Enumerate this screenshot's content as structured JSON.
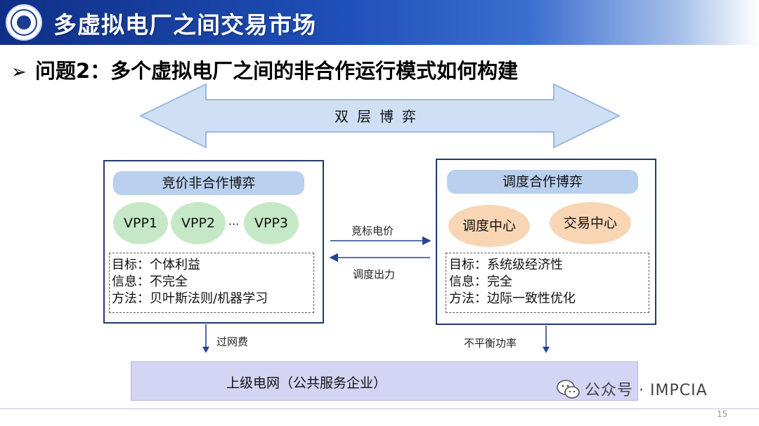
{
  "header": {
    "title": "多虚拟电厂之间交易市场",
    "question_bullet": "➢",
    "question": "问题2：多个虚拟电厂之间的非合作运行模式如何构建"
  },
  "diagram": {
    "top_arrow_label": "双层博弈",
    "left_panel": {
      "title": "竞价非合作博弈",
      "nodes": [
        "VPP1",
        "VPP2",
        "VPP3"
      ],
      "ellipsis": "···",
      "info": [
        "目标：个体利益",
        "信息：不完全",
        "方法：贝叶斯法则/机器学习"
      ]
    },
    "right_panel": {
      "title": "调度合作博弈",
      "nodes": [
        "调度中心",
        "交易中心"
      ],
      "info": [
        "目标：系统级经济性",
        "信息：完全",
        "方法：边际一致性优化"
      ]
    },
    "middle_flows": {
      "to_right": "竞标电价",
      "to_left": "调度出力"
    },
    "down_flows": {
      "left": "过网费",
      "right": "不平衡功率"
    },
    "bottom_box": "上级电网（公共服务企业）"
  },
  "watermark": "公众号 · IMPCIA",
  "page_number": "15",
  "colors": {
    "banner_dark": "#0f2f86",
    "pill_blue": "#b9d0ef",
    "vpp_green": "#c6e8c6",
    "center_orange": "#f8d6b4",
    "grid_purple": "#d4d4f4",
    "arrow_fill": "#cfe0f5"
  }
}
